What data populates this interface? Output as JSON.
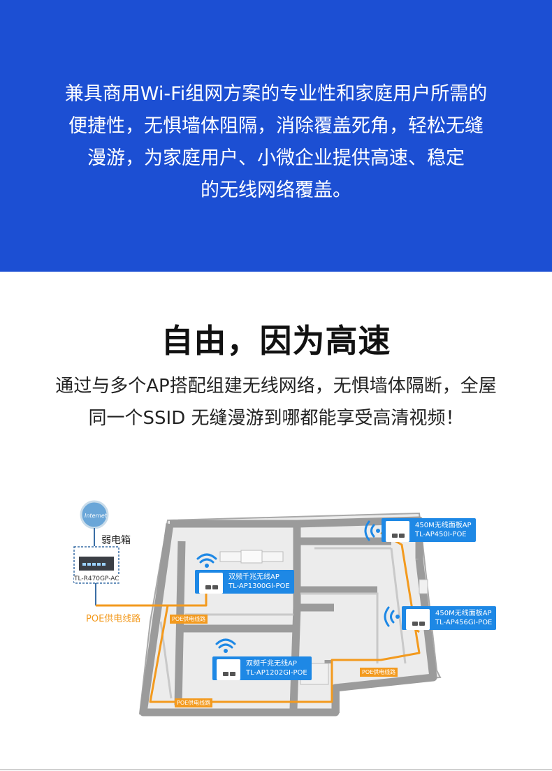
{
  "hero": {
    "lines": [
      "兼具商用Wi-Fi组网方案的专业性和家庭用户所需的",
      "便捷性，无惧墙体阻隔，消除覆盖死角，轻松无缝",
      "漫游，为家庭用户、小微企业提供高速、稳定",
      "的无线网络覆盖。"
    ],
    "background_color": "#1c4fd3"
  },
  "section": {
    "title": "自由，因为高速",
    "subtitle_lines": [
      "通过与多个AP搭配组建无线网络，无惧墙体隔断，全屋",
      "同一个SSID 无缝漫游到哪都能享受高清视频！"
    ]
  },
  "diagram": {
    "internet_label": "Internet",
    "box_label": "弱电箱",
    "router_model": "TL-R470GP-AC",
    "poe_main_label": "POE供电线路",
    "poe_tag": "POE供电线路",
    "line_color": "#f39a1e",
    "accent_color": "#1e88e5",
    "aps": [
      {
        "name": "双频千兆无线AP",
        "model": "TL-AP1300GI-POE"
      },
      {
        "name": "双频千兆无线AP",
        "model": "TL-AP1202GI-POE"
      },
      {
        "name": "450M无线面板AP",
        "model": "TL-AP450I-POE"
      },
      {
        "name": "450M无线面板AP",
        "model": "TL-AP456GI-POE"
      }
    ]
  }
}
